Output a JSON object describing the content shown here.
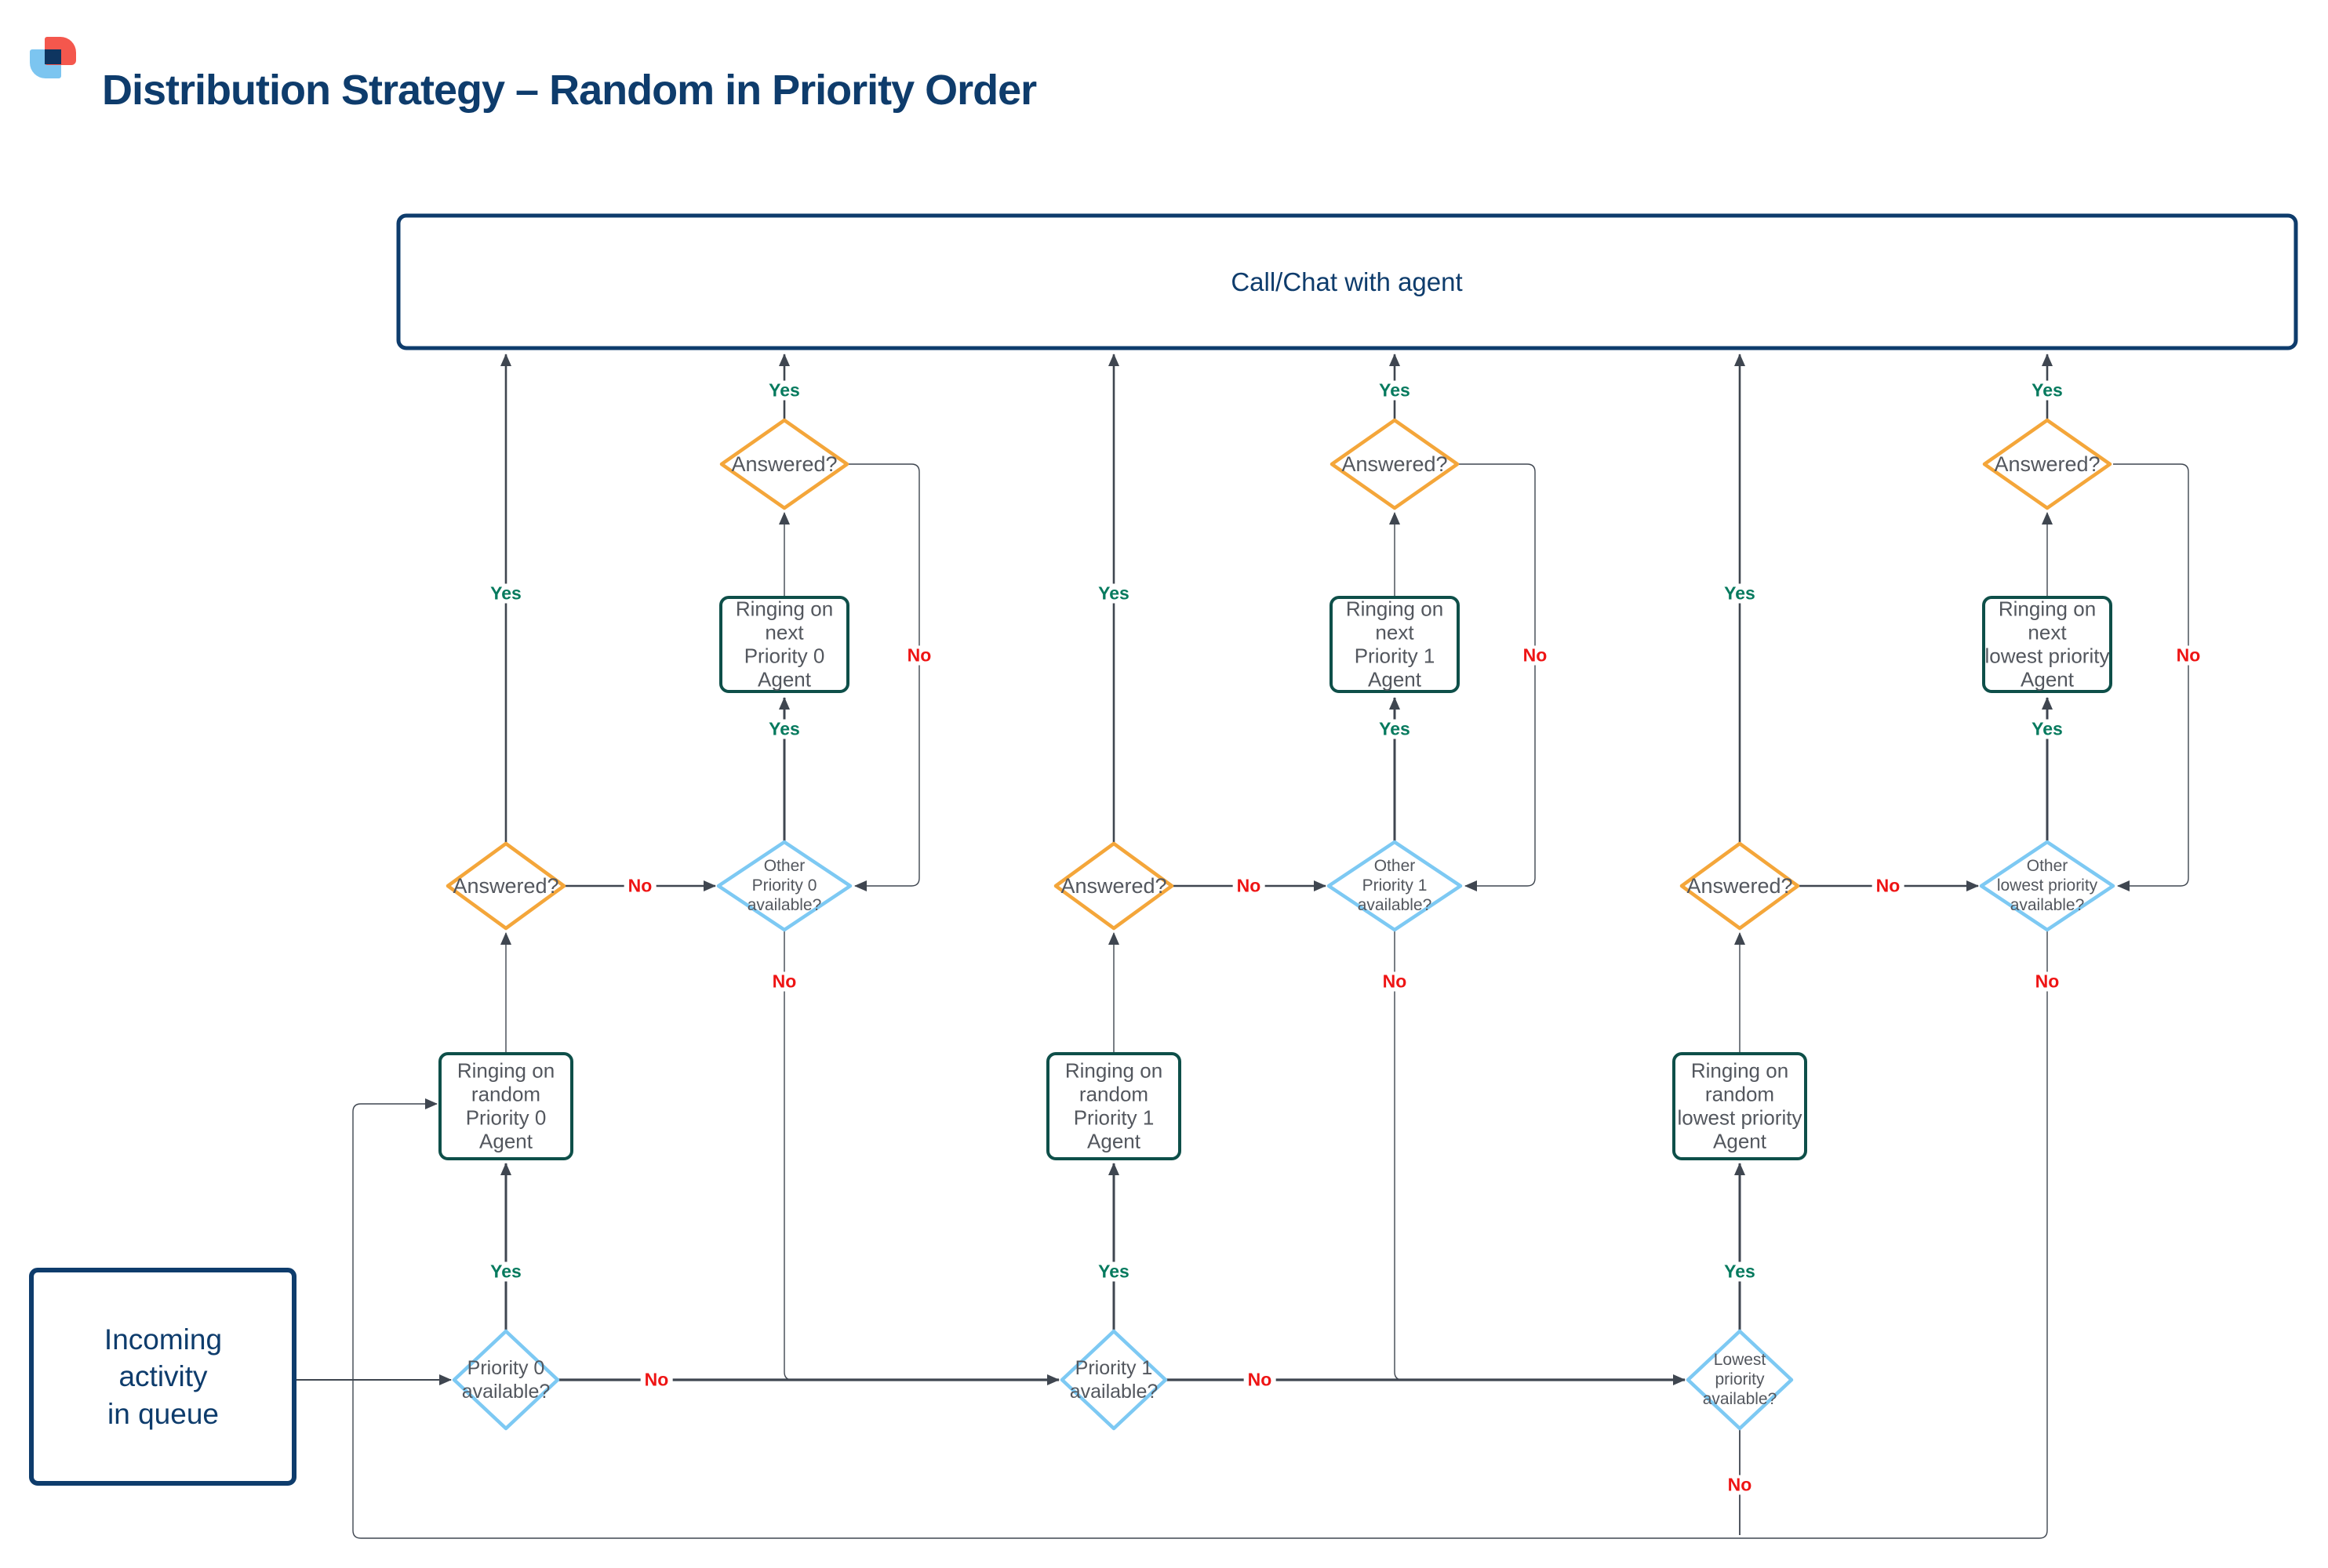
{
  "header": {
    "title": "Distribution Strategy – Random in Priority Order"
  },
  "top_box": {
    "label": "Call/Chat with agent"
  },
  "start_box": {
    "label": "Incoming\nactivity\nin queue"
  },
  "edge_labels": {
    "yes": "Yes",
    "no": "No"
  },
  "columns": [
    {
      "name": "priority-0",
      "availability_diamond": "Priority 0\navailable?",
      "ring_random_box": "Ringing on\nrandom\nPriority 0\nAgent",
      "answered_diamond": "Answered?",
      "other_available_diamond": "Other\nPriority 0\navailable?",
      "ring_next_box": "Ringing on\nnext\nPriority 0\nAgent",
      "next_answered_diamond": "Answered?"
    },
    {
      "name": "priority-1",
      "availability_diamond": "Priority 1\navailable?",
      "ring_random_box": "Ringing on\nrandom\nPriority 1\nAgent",
      "answered_diamond": "Answered?",
      "other_available_diamond": "Other\nPriority 1\navailable?",
      "ring_next_box": "Ringing on\nnext\nPriority 1\nAgent",
      "next_answered_diamond": "Answered?"
    },
    {
      "name": "lowest-priority",
      "availability_diamond": "Lowest\npriority\navailable?",
      "ring_random_box": "Ringing on\nrandom\nlowest priority\nAgent",
      "answered_diamond": "Answered?",
      "other_available_diamond": "Other\nlowest priority\navailable?",
      "ring_next_box": "Ringing on\nnext\nlowest priority\nAgent",
      "next_answered_diamond": "Answered?"
    }
  ],
  "colors": {
    "navy": "#0e3c6c",
    "line": "#3f4650",
    "decision_orange": "#f4a63a",
    "decision_blue": "#7dc9f3",
    "process_teal": "#0e4f49",
    "yes_green": "#067a5e",
    "no_red": "#ee1414",
    "logo_red": "#f4574d",
    "logo_blue": "#7cc5f0"
  }
}
